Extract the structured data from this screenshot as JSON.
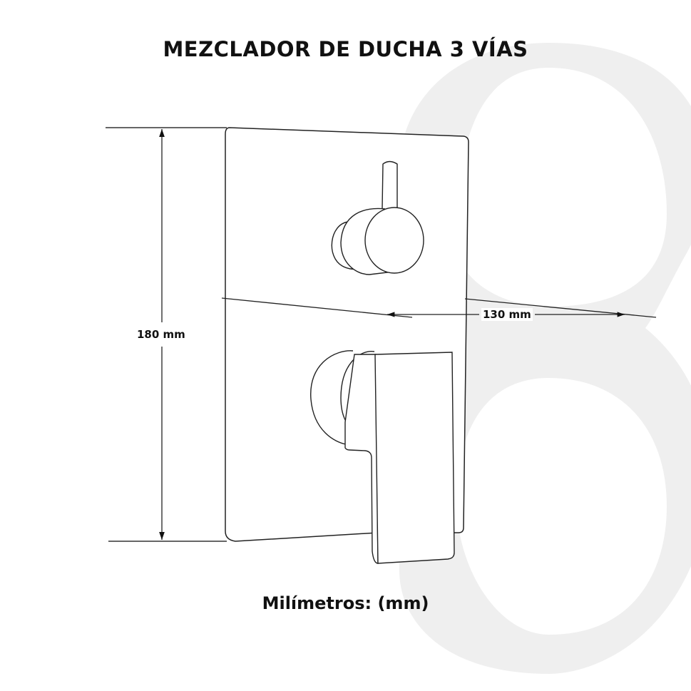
{
  "title": "MEZCLADOR DE DUCHA 3 VÍAS",
  "footer": "Milímetros: (mm)",
  "dimensions": {
    "height": {
      "label": "180 mm",
      "value": 180,
      "unit": "mm"
    },
    "width": {
      "label": "130 mm",
      "value": 130,
      "unit": "mm"
    }
  },
  "colors": {
    "line": "#222222",
    "background": "#ffffff",
    "watermark": "#efefef",
    "text": "#111111"
  },
  "drawing": {
    "subject": "3-way shower mixer",
    "parts": [
      "cover-plate",
      "diverter-knob",
      "mixer-lever-handle"
    ]
  }
}
